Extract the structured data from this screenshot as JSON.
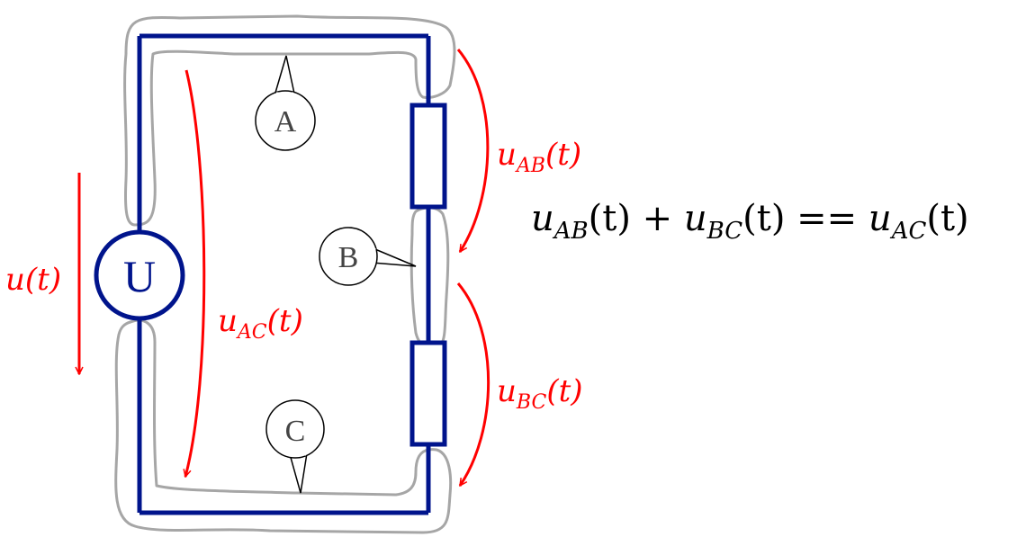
{
  "circuit": {
    "source_label": "U",
    "node_labels": {
      "a": "A",
      "b": "B",
      "c": "C"
    },
    "voltages": {
      "u": {
        "symbol": "u",
        "subscript": "",
        "arg": "(t)"
      },
      "ac": {
        "symbol": "u",
        "subscript": "AC",
        "arg": "(t)"
      },
      "ab": {
        "symbol": "u",
        "subscript": "AB",
        "arg": "(t)"
      },
      "bc": {
        "symbol": "u",
        "subscript": "BC",
        "arg": "(t)"
      }
    }
  },
  "equation": {
    "t1_sym": "u",
    "t1_sub": "AB",
    "t1_arg": "(t)",
    "op1": " + ",
    "t2_sym": "u",
    "t2_sub": "BC",
    "t2_arg": "(t)",
    "op2": " == ",
    "t3_sym": "u",
    "t3_sub": "AC",
    "t3_arg": "(t)"
  },
  "colors": {
    "wire": "#00148c",
    "node_outline": "#a6a6a6",
    "arrow": "#ff0000",
    "text": "#000000"
  }
}
